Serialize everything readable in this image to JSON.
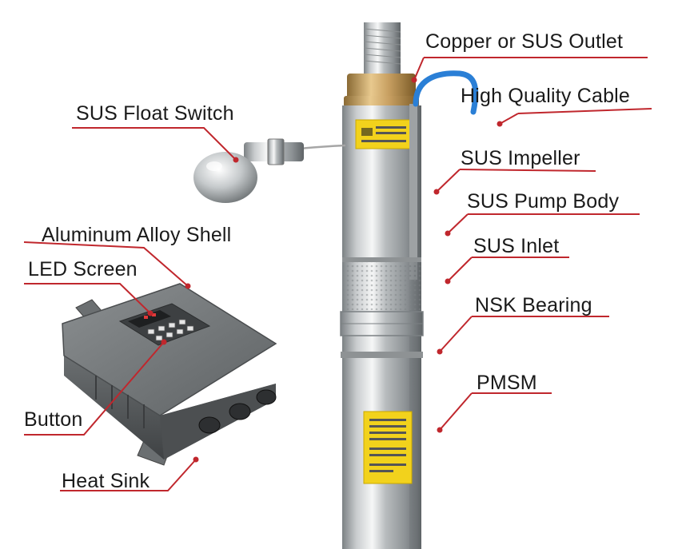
{
  "labels": {
    "outlet": "Copper or SUS Outlet",
    "cable": "High Quality Cable",
    "float_switch": "SUS Float Switch",
    "impeller": "SUS Impeller",
    "pump_body": "SUS Pump Body",
    "shell": "Aluminum Alloy Shell",
    "inlet": "SUS Inlet",
    "led_screen": "LED Screen",
    "bearing": "NSK Bearing",
    "pmsm": "PMSM",
    "button": "Button",
    "heat_sink": "Heat Sink"
  },
  "colors": {
    "leader": "#c0272d",
    "steel": "#c9ccce",
    "brass": "#c8a062",
    "controller": "#6f7375",
    "warning": "#f2d21c",
    "cable": "#2a7fd6"
  }
}
